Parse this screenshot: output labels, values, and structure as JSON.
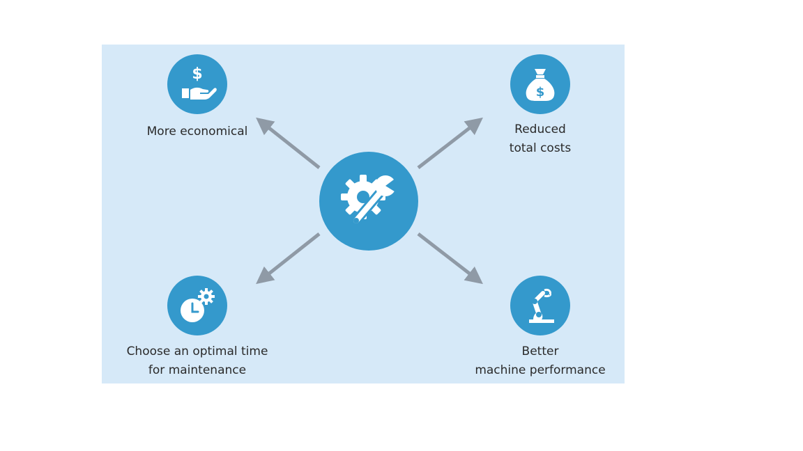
{
  "colors": {
    "panel_background": "#d6e9f8",
    "circle_fill": "#3499cc",
    "arrow": "#8f9aa6",
    "icon": "#ffffff",
    "text": "#2a2a2a"
  },
  "center": {
    "icon": "gear-wrench-icon"
  },
  "items": [
    {
      "id": "top-left",
      "icon": "hand-dollar-icon",
      "label_lines": [
        "More economical"
      ]
    },
    {
      "id": "top-right",
      "icon": "money-bag-icon",
      "label_lines": [
        "Reduced",
        "total costs"
      ]
    },
    {
      "id": "bottom-left",
      "icon": "clock-gear-icon",
      "label_lines": [
        "Choose an optimal time",
        "for maintenance"
      ]
    },
    {
      "id": "bottom-right",
      "icon": "robot-arm-icon",
      "label_lines": [
        "Better",
        "machine performance"
      ]
    }
  ]
}
